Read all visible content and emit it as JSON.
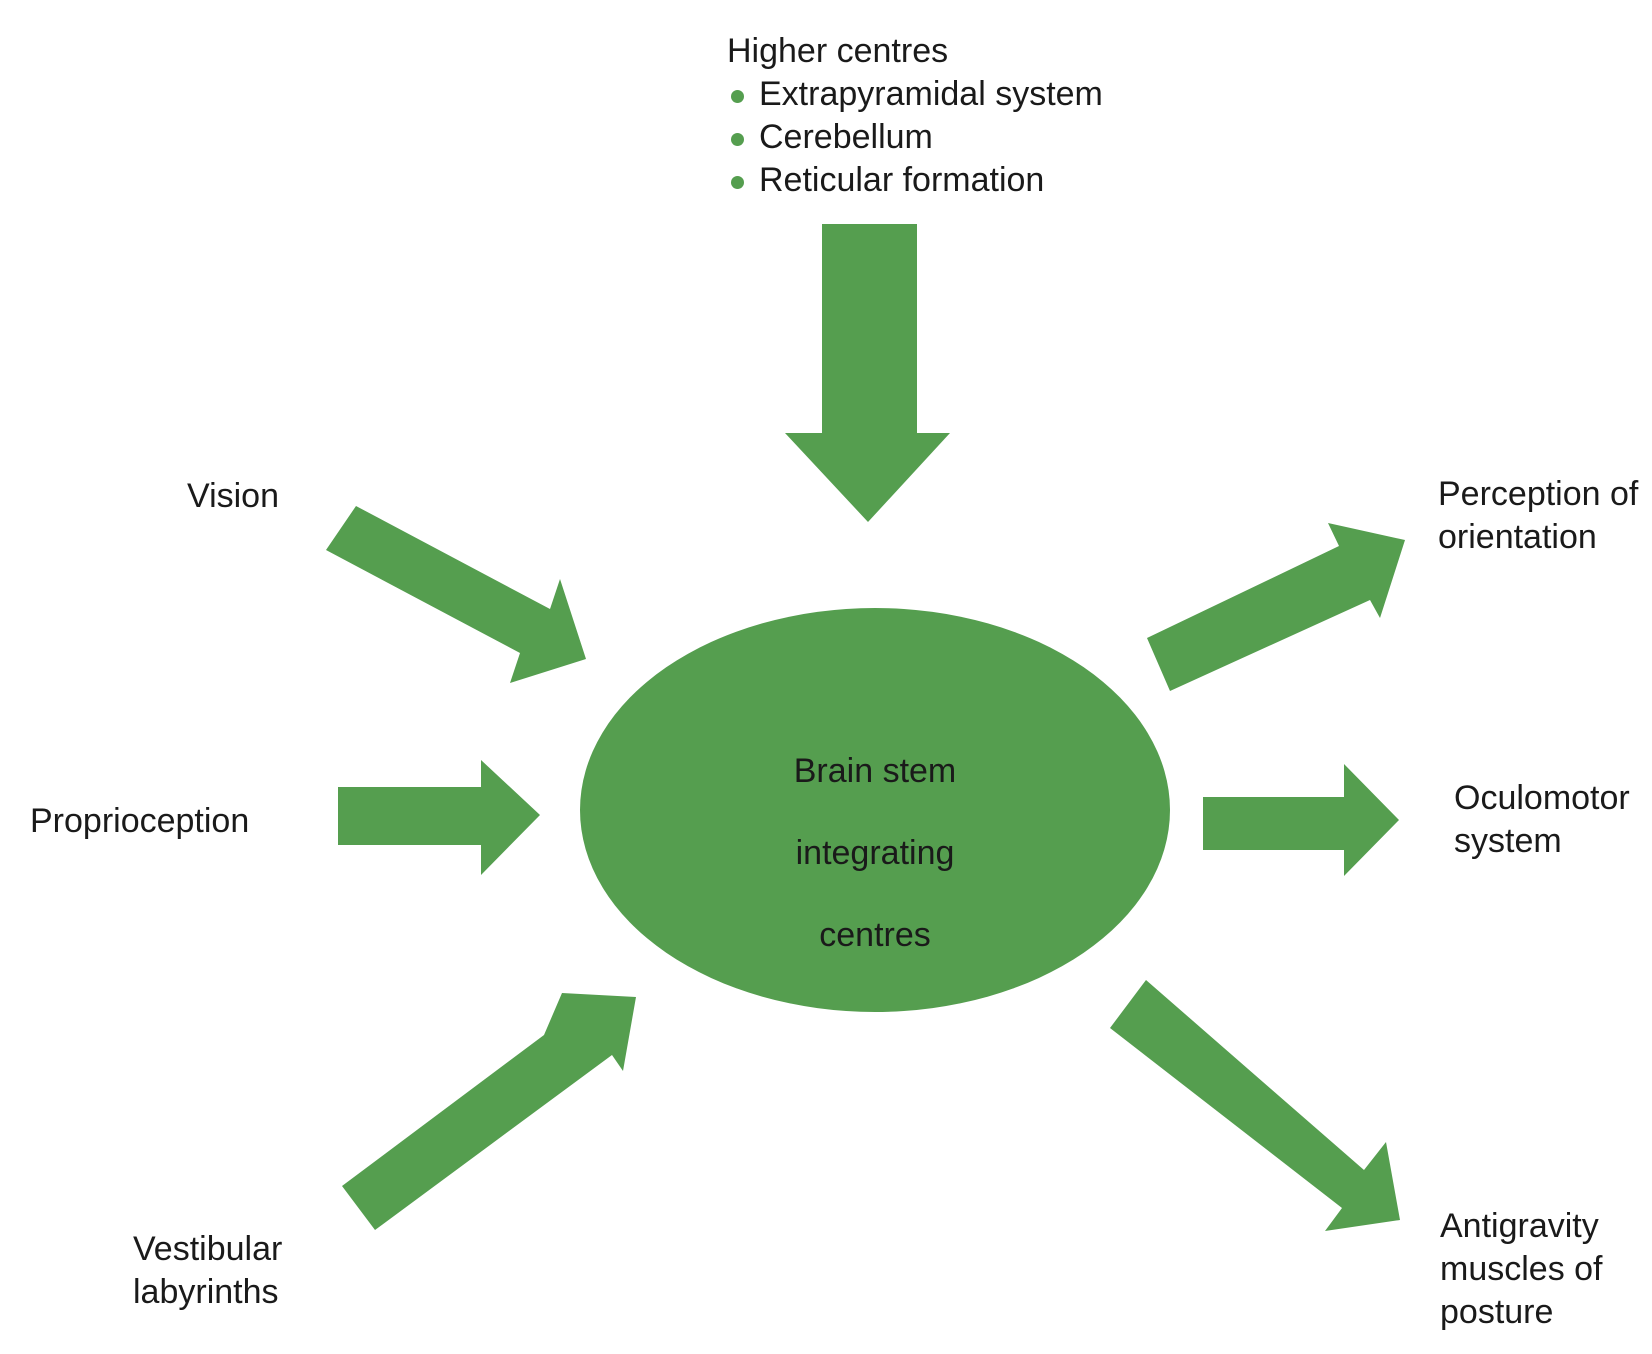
{
  "colors": {
    "green": "#559e4f",
    "text": "#1a1a1a"
  },
  "center": {
    "lines": [
      "Brain stem",
      "integrating",
      "centres"
    ]
  },
  "inputs": {
    "higher_centres": {
      "title": "Higher centres",
      "items": [
        "Extrapyramidal system",
        "Cerebellum",
        "Reticular formation"
      ]
    },
    "vision": {
      "lines": [
        "Vision"
      ]
    },
    "proprioception": {
      "lines": [
        "Proprioception"
      ]
    },
    "vestibular": {
      "lines": [
        "Vestibular",
        "labyrinths"
      ]
    }
  },
  "outputs": {
    "perception": {
      "lines": [
        "Perception of",
        "orientation"
      ]
    },
    "oculomotor": {
      "lines": [
        "Oculomotor",
        "system"
      ]
    },
    "antigravity": {
      "lines": [
        "Antigravity",
        "muscles of",
        "posture"
      ]
    }
  }
}
